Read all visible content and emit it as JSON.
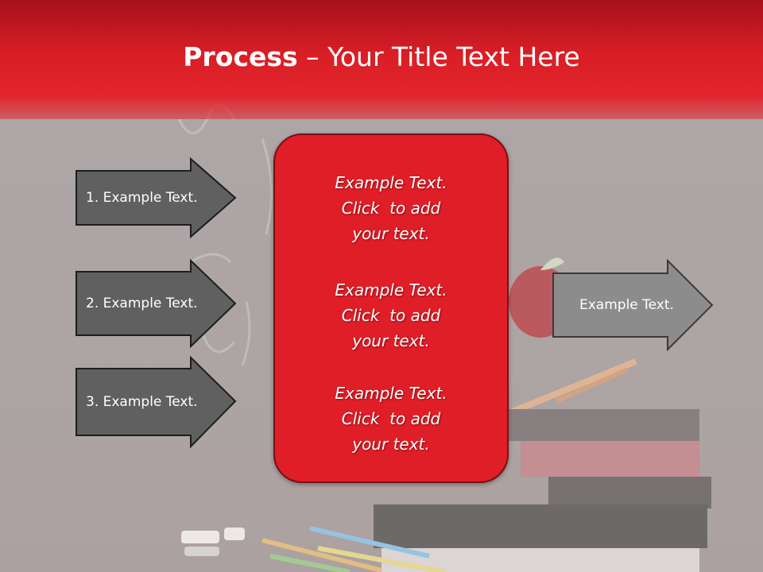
{
  "slide": {
    "title_bold": "Process",
    "title_rest": " – Your Title Text Here",
    "left_arrows": [
      {
        "label": "1. Example Text."
      },
      {
        "label": "2. Example Text."
      },
      {
        "label": "3. Example Text."
      }
    ],
    "center_blocks": [
      {
        "line1": "Example Text.",
        "line2": "Click  to add",
        "line3": "your text."
      },
      {
        "line1": "Example Text.",
        "line2": "Click  to add",
        "line3": "your text."
      },
      {
        "line1": "Example Text.",
        "line2": "Click  to add",
        "line3": "your text."
      }
    ],
    "right_arrow": {
      "label": "Example Text."
    }
  },
  "colors": {
    "title_red": "#d91e26",
    "dark_arrow": "#606060",
    "light_arrow": "#8c8c8c",
    "center_box": "#e01e27"
  }
}
